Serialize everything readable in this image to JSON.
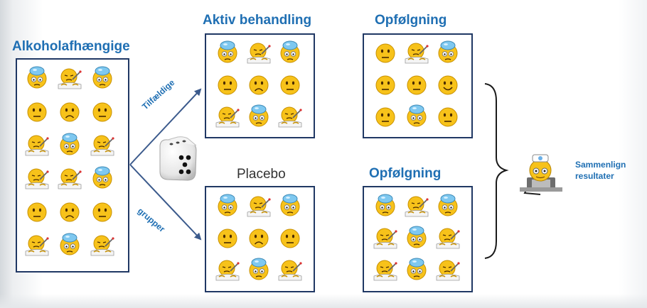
{
  "titles": {
    "group": "Alkoholafhængige",
    "active": "Aktiv behandling",
    "followup_top": "Opfølgning",
    "placebo": "Placebo",
    "followup_bottom": "Opfølgning"
  },
  "arrows": {
    "upper_label": "Tilfældige",
    "lower_label": "grupper"
  },
  "result": {
    "line1": "Sammenlign",
    "line2": "resultater"
  },
  "colors": {
    "title_blue": "#1f6fb3",
    "box_border": "#203864",
    "face_yellow": "#f7c21a"
  },
  "groups": {
    "alcoholics": [
      "ice",
      "sick",
      "ice",
      "plain",
      "sad",
      "plain",
      "sick",
      "ice",
      "sick",
      "sick",
      "sick",
      "ice",
      "plain",
      "sad",
      "plain",
      "sick",
      "ice",
      "sick"
    ],
    "active": [
      "ice",
      "sick",
      "ice",
      "plain",
      "sad",
      "plain",
      "sick",
      "ice",
      "sick"
    ],
    "followup_top": [
      "plain",
      "sick",
      "ice",
      "plain",
      "plain",
      "smile",
      "plain",
      "ice",
      "plain"
    ],
    "placebo": [
      "ice",
      "sick",
      "ice",
      "plain",
      "sad",
      "plain",
      "sick",
      "ice",
      "sick"
    ],
    "followup_bottom": [
      "ice",
      "sick",
      "ice",
      "sick",
      "ice",
      "sick",
      "sick",
      "ice",
      "sick"
    ]
  }
}
